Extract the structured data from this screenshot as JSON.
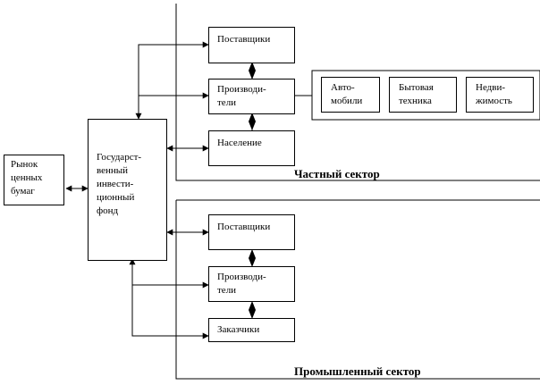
{
  "market": {
    "lines": [
      "Рынок",
      "ценных",
      "бумаг"
    ]
  },
  "fund": {
    "lines": [
      "Государст-",
      "венный",
      "инвести-",
      "ционный",
      "фонд"
    ]
  },
  "private": {
    "sector_label": "Частный сектор",
    "suppliers": "Поставщики",
    "producers": [
      "Производи-",
      "тели"
    ],
    "population": "Население",
    "products": {
      "auto": [
        "Авто-",
        "мобили"
      ],
      "appliances": [
        "Бытовая",
        "техника"
      ],
      "realty": [
        "Недви-",
        "жимость"
      ]
    }
  },
  "industrial": {
    "sector_label": "Промышленный сектор",
    "suppliers": "Поставщики",
    "producers": [
      "Производи-",
      "тели"
    ],
    "customers": "Заказчики"
  },
  "colors": {
    "line": "#000000",
    "background": "#ffffff"
  }
}
